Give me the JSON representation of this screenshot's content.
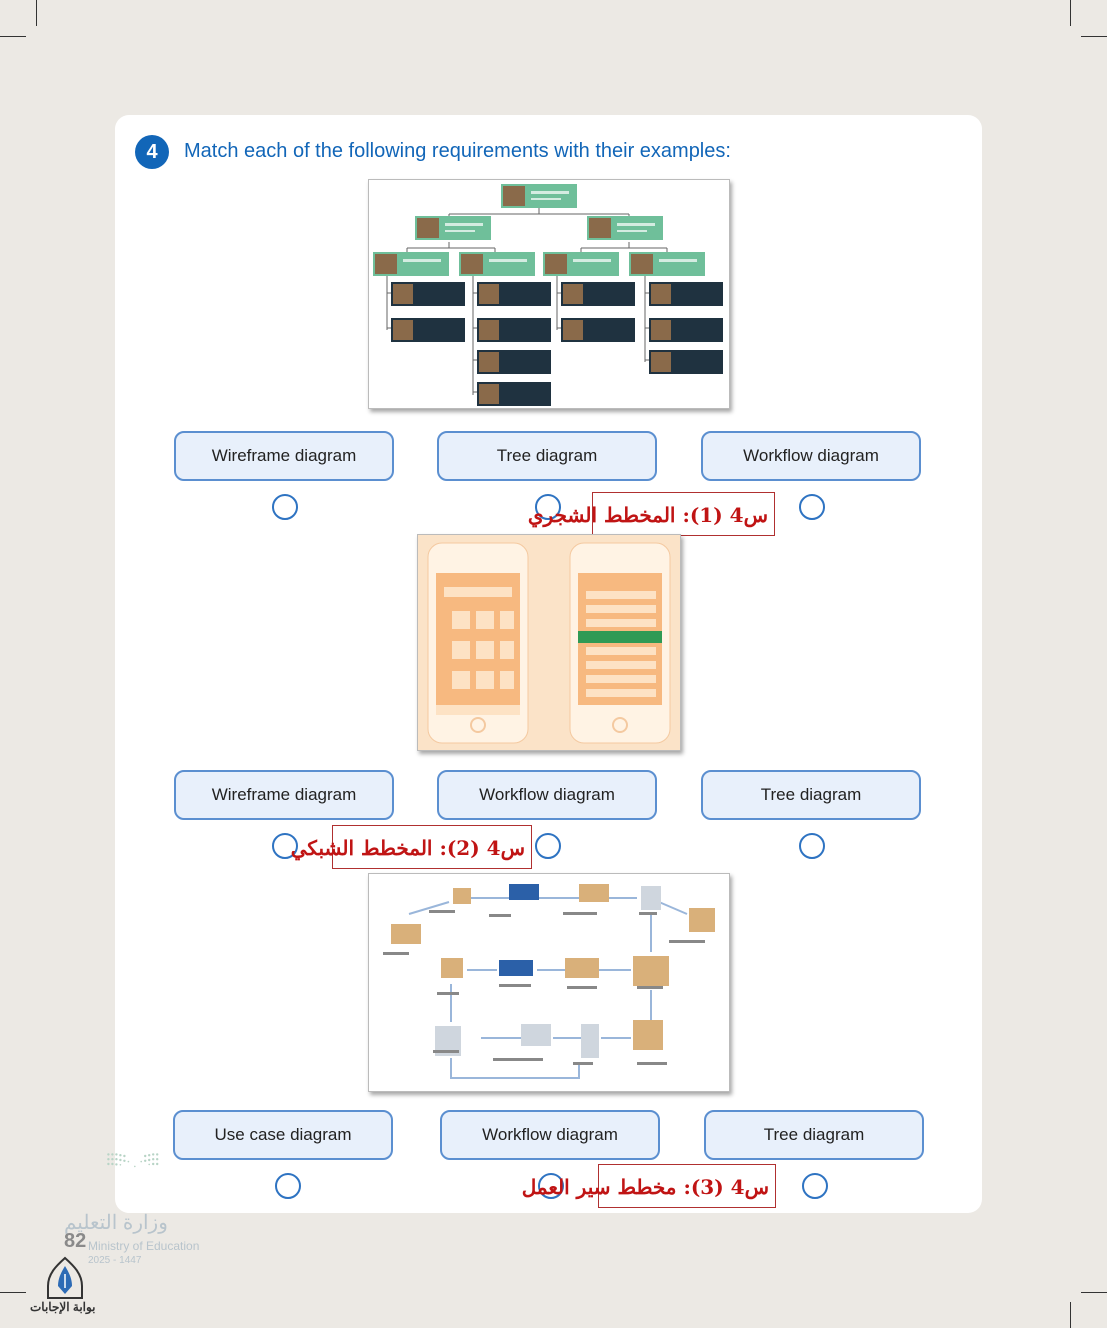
{
  "question": {
    "number": "4",
    "text": "Match each of the following requirements with their examples:"
  },
  "rows": [
    {
      "options": [
        "Wireframe diagram",
        "Tree diagram",
        "Workflow diagram"
      ],
      "answer": "س4 (1): المخطط الشجري"
    },
    {
      "options": [
        "Wireframe diagram",
        "Workflow diagram",
        "Tree diagram"
      ],
      "answer": "س4 (2): المخطط الشبكي"
    },
    {
      "options": [
        "Use case diagram",
        "Workflow diagram",
        "Tree diagram"
      ],
      "answer": "س4 (3): مخطط سير العمل"
    }
  ],
  "footer": {
    "page_number": "82",
    "ministry_ar": "وزارة التعليم",
    "ministry_en": "Ministry of Education",
    "year": "2025 - 1447",
    "site_logo": "بوابة الإجابات"
  },
  "colors": {
    "accent": "#1266b8",
    "answer_red": "#c01414",
    "option_fill": "#e8f0fb"
  }
}
